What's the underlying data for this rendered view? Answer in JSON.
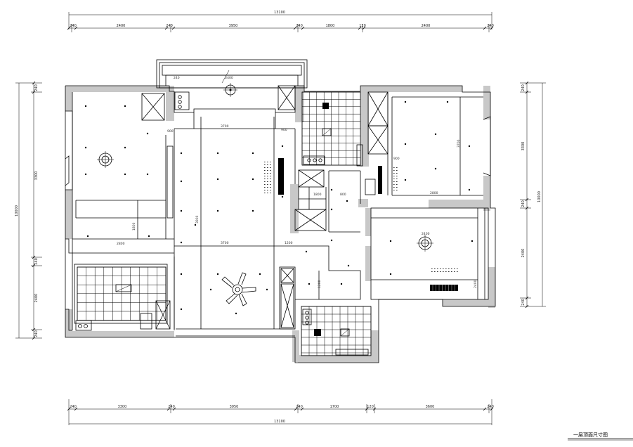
{
  "drawing_title": "一层顶面尺寸图",
  "top_dims": {
    "total": "13100",
    "segments": [
      "240",
      "2400",
      "240",
      "3950",
      "240",
      "1800",
      "120",
      "2400",
      "240"
    ]
  },
  "bottom_dims": {
    "total": "13100",
    "segments": [
      "240",
      "3300",
      "240",
      "3950",
      "240",
      "1700",
      "120",
      "3600",
      "240"
    ]
  },
  "left_dims": {
    "total": "10000",
    "segments": [
      "240",
      "3300",
      "240",
      "2400",
      "240"
    ]
  },
  "right_dims": {
    "total": "10000",
    "segments": [
      "240",
      "3300",
      "240",
      "2400",
      "240"
    ]
  },
  "room_labels": {
    "balcony_top": "2400",
    "living_width": "3700",
    "living_side": "3900",
    "corridor": "900",
    "bedroom1_w": "2800",
    "bedroom1_h": "3700",
    "bedroom2_h": "2400",
    "center_lower": "3700",
    "stair_a": "900",
    "stair_b": "1800",
    "kitchen_w": "2800",
    "bath_mid": "1200",
    "bath_side": "2400",
    "small_a": "800",
    "small_b": "1200",
    "right_low": "2400",
    "bedroom2_w": "2400",
    "left_mid": "1800",
    "note_a": "240",
    "note_b": "3900"
  }
}
